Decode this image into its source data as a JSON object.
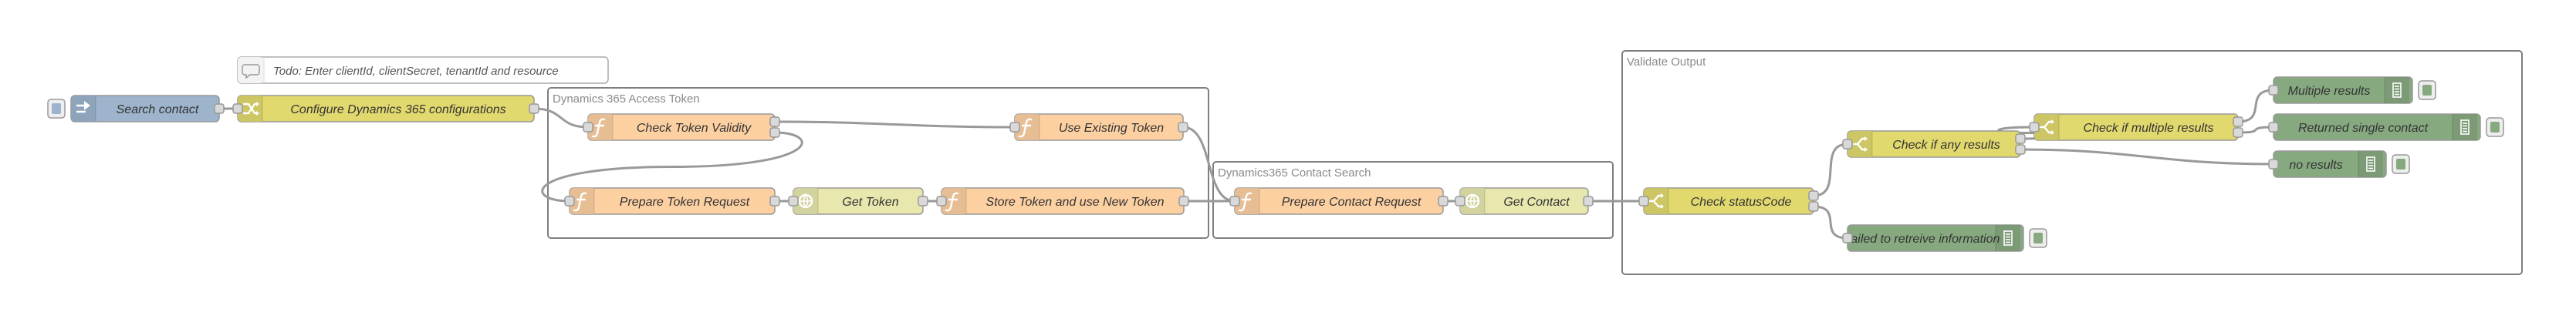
{
  "colors": {
    "link": "#9db4cc",
    "change": "#e2d96e",
    "function": "#fdd0a2",
    "http": "#e7e7ae",
    "switch": "#e2d96e",
    "debug": "#87a980",
    "comment": "#ffffff",
    "wire": "#999999",
    "group_border": "#7f7f7f"
  },
  "comment": {
    "label": "Todo: Enter clientId, clientSecret, tenantId and resource",
    "icon": "comment-icon"
  },
  "groups": [
    {
      "id": "token",
      "label": "Dynamics 365 Access Token"
    },
    {
      "id": "search",
      "label": "Dynamics365 Contact Search"
    },
    {
      "id": "validate",
      "label": "Validate Output"
    }
  ],
  "nodes": [
    {
      "id": "search_contact",
      "label": "Search contact",
      "type": "link",
      "icon": "link-in-icon"
    },
    {
      "id": "configure",
      "label": "Configure Dynamics 365 configurations",
      "type": "change",
      "icon": "change-icon"
    },
    {
      "id": "check_token",
      "label": "Check Token Validity",
      "type": "function",
      "icon": "function-icon"
    },
    {
      "id": "use_existing",
      "label": "Use Existing Token",
      "type": "function",
      "icon": "function-icon"
    },
    {
      "id": "prepare_token",
      "label": "Prepare Token Request",
      "type": "function",
      "icon": "function-icon"
    },
    {
      "id": "get_token",
      "label": "Get Token",
      "type": "http",
      "icon": "http-request-icon"
    },
    {
      "id": "store_token",
      "label": "Store Token and use New Token",
      "type": "function",
      "icon": "function-icon"
    },
    {
      "id": "prepare_contact",
      "label": "Prepare Contact Request",
      "type": "function",
      "icon": "function-icon"
    },
    {
      "id": "get_contact",
      "label": "Get Contact",
      "type": "http",
      "icon": "http-request-icon"
    },
    {
      "id": "check_status",
      "label": "Check statusCode",
      "type": "switch",
      "icon": "switch-icon"
    },
    {
      "id": "check_any",
      "label": "Check if any results",
      "type": "switch",
      "icon": "switch-icon"
    },
    {
      "id": "check_multiple",
      "label": "Check if multiple results",
      "type": "switch",
      "icon": "switch-icon"
    },
    {
      "id": "multiple_results",
      "label": "Multiple results",
      "type": "debug",
      "icon": "debug-icon"
    },
    {
      "id": "returned_single",
      "label": "Returned single contact",
      "type": "debug",
      "icon": "debug-icon"
    },
    {
      "id": "no_results",
      "label": "no results",
      "type": "debug",
      "icon": "debug-icon"
    },
    {
      "id": "failed",
      "label": "Failed to retreive information",
      "type": "debug",
      "icon": "debug-icon"
    }
  ],
  "wires": [
    [
      "search_contact",
      "configure"
    ],
    [
      "configure",
      "check_token"
    ],
    [
      "check_token",
      "use_existing"
    ],
    [
      "check_token",
      "prepare_token"
    ],
    [
      "prepare_token",
      "get_token"
    ],
    [
      "get_token",
      "store_token"
    ],
    [
      "store_token",
      "prepare_contact"
    ],
    [
      "use_existing",
      "prepare_contact"
    ],
    [
      "prepare_contact",
      "get_contact"
    ],
    [
      "get_contact",
      "check_status"
    ],
    [
      "check_status",
      "check_any"
    ],
    [
      "check_status",
      "failed"
    ],
    [
      "check_any",
      "check_multiple"
    ],
    [
      "check_any",
      "no_results"
    ],
    [
      "check_multiple",
      "multiple_results"
    ],
    [
      "check_multiple",
      "returned_single"
    ]
  ]
}
